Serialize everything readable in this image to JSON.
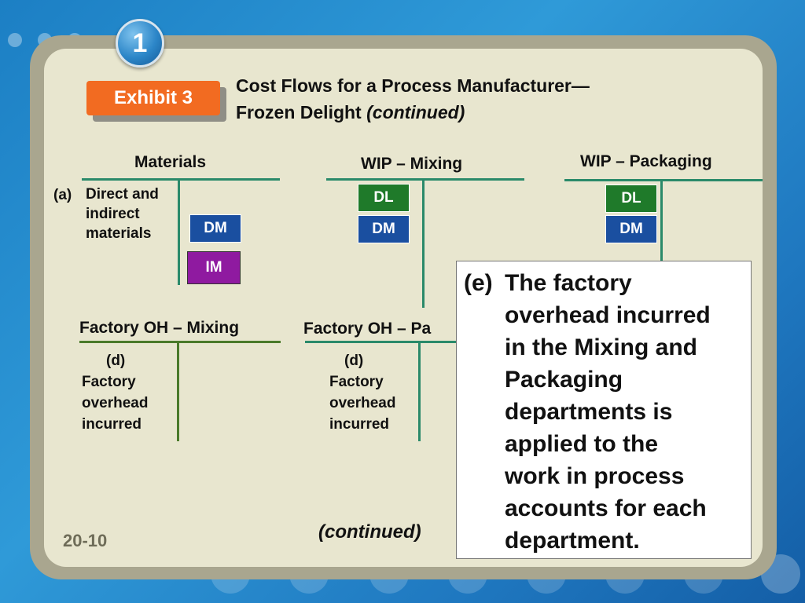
{
  "slide": {
    "badge_number": "1",
    "exhibit_label": "Exhibit 3",
    "title_line1": "Cost Flows for a Process Manufacturer—",
    "title_line2": "Frozen Delight",
    "title_suffix": "(continued)",
    "page_number": "20-10",
    "continued_label": "(continued)"
  },
  "accounts": {
    "materials": {
      "title": "Materials",
      "entry_letter": "(a)",
      "entry_text_1": "Direct and",
      "entry_text_2": "indirect",
      "entry_text_3": "materials",
      "tag_dm": "DM",
      "tag_im": "IM"
    },
    "wip_mixing": {
      "title": "WIP – Mixing",
      "tag_dl": "DL",
      "tag_dm": "DM"
    },
    "wip_packaging": {
      "title": "WIP – Packaging",
      "tag_dl": "DL",
      "tag_dm": "DM"
    },
    "foh_mixing": {
      "title": "Factory OH – Mixing",
      "entry_letter": "(d)",
      "entry_text_1": "Factory",
      "entry_text_2": "overhead",
      "entry_text_3": "incurred"
    },
    "foh_packaging": {
      "title": "Factory OH – Pa",
      "entry_letter": "(d)",
      "entry_text_1": "Factory",
      "entry_text_2": "overhead",
      "entry_text_3": "incurred"
    }
  },
  "callout": {
    "label": "(e)",
    "line1": "The factory",
    "line2": "overhead incurred",
    "line3": "in the Mixing and",
    "line4": "Packaging",
    "line5": "departments is",
    "line6": "applied to the",
    "line7": "work in process",
    "line8": "accounts for each",
    "line9": "department."
  },
  "colors": {
    "exhibit_orange": "#f26b21",
    "dm_blue": "#1a4fa0",
    "dl_green": "#1f7a2a",
    "im_purple": "#8f1aa0",
    "t_account_line": "#2a8a6a"
  }
}
